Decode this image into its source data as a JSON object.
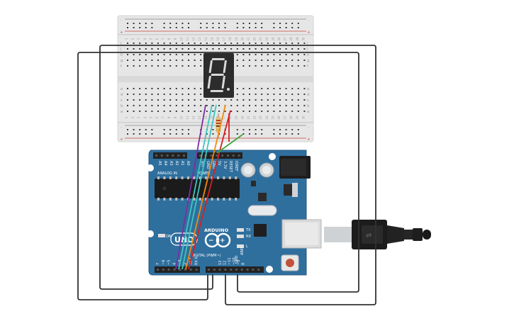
{
  "board": {
    "brand": "ARDUINO",
    "model": "UNO",
    "label_analog_in": "ANALOG IN",
    "label_power": "POWER",
    "label_digital": "DIGITAL (PWM~)",
    "label_on": "ON",
    "label_tx": "TX",
    "label_rx": "RX",
    "label_l": "L",
    "label_aref": "AREF",
    "label_gnd": "GND",
    "label_ioref": "IOREF",
    "label_reset": "RESET",
    "label_3v3": "3.3V",
    "label_5v": "5V",
    "label_vin": "Vin",
    "analog_pins": [
      "A0",
      "A1",
      "A2",
      "A3",
      "A4",
      "A5"
    ],
    "digital_pins_left": [
      "RX 0",
      "TX 1",
      "2",
      "~3",
      "4",
      "~5",
      "~6",
      "7"
    ],
    "digital_pins_right": [
      "8",
      "~9",
      "~10",
      "~11",
      "12",
      "13"
    ]
  },
  "breadboard": {
    "row_letters_top": [
      "j",
      "i",
      "h",
      "g",
      "f"
    ],
    "row_letters_bottom": [
      "e",
      "d",
      "c",
      "b",
      "a"
    ],
    "rail_plus": "+",
    "rail_minus": "-",
    "column_numbers": [
      "1",
      "2",
      "3",
      "4",
      "5",
      "6",
      "7",
      "8",
      "9",
      "10",
      "11",
      "12",
      "13",
      "14",
      "15",
      "16",
      "17",
      "18",
      "19",
      "20",
      "21",
      "22",
      "23",
      "24",
      "25",
      "26",
      "27",
      "28",
      "29",
      "30"
    ]
  },
  "display": {
    "digit": "8"
  },
  "colors": {
    "board": "#2f6f9e",
    "breadboard": "#e6e6e6",
    "display_body": "#2c2c2c",
    "segment": "#d8d8d8",
    "wire_dark": "#333333",
    "wire_purple": "#7b2fa0",
    "wire_cyan": "#3fc6c0",
    "wire_orange": "#f28a10",
    "wire_red": "#d62020",
    "wire_green": "#3aa83a",
    "rail_red": "#d24040"
  }
}
